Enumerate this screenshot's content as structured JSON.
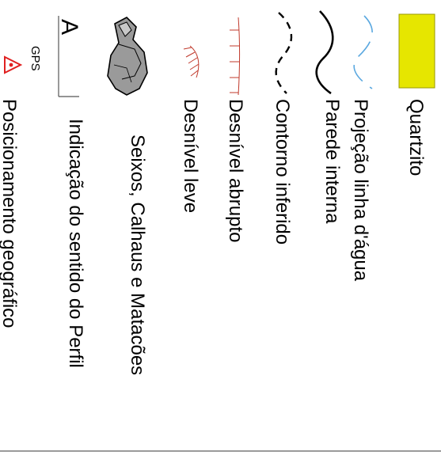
{
  "legend": {
    "items": [
      {
        "key": "quartzito",
        "label": "Quartzito",
        "color": "#e6e600",
        "symbol": "yellow-rectangle"
      },
      {
        "key": "projecao",
        "label": "Projeção linha d'água",
        "color": "#5aa8e0",
        "symbol": "dashed-blue-curve"
      },
      {
        "key": "parede",
        "label": "Parede interna",
        "color": "#000000",
        "symbol": "solid-black-curve"
      },
      {
        "key": "contorno",
        "label": "Contorno inferido",
        "color": "#000000",
        "symbol": "dashed-black-curve"
      },
      {
        "key": "abrupto",
        "label": "Desnível abrupto",
        "color": "#c0392b",
        "symbol": "red-ticked-line"
      },
      {
        "key": "leve",
        "label": "Desnível leve",
        "color": "#c0392b",
        "symbol": "red-ticked-arc"
      },
      {
        "key": "seixos",
        "label": "Seixos, Calhaus e Matacões",
        "color": "#8a8a8a",
        "symbol": "grey-boulder"
      },
      {
        "key": "perfil",
        "label": "Indicação do sentido do Perfil",
        "arrow_letter": "A",
        "symbol": "profile-arrow"
      },
      {
        "key": "gps",
        "label": "Posicionamento geográfico",
        "gps_label": "GPS",
        "color": "#e02020",
        "symbol": "red-triangle-point"
      }
    ]
  }
}
